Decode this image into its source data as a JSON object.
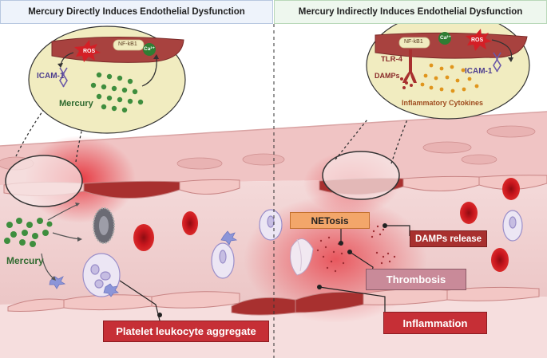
{
  "header": {
    "left_title": "Mercury Directly Induces Endothelial Dysfunction",
    "right_title": "Mercury Indirectly Induces Endothelial Dysfunction"
  },
  "left_inset": {
    "ros": "ROS",
    "nfkb": "NF-kB1",
    "calcium": "Ca²⁺",
    "icam": "ICAM-1",
    "mercury": "Mercury"
  },
  "right_inset": {
    "nfkb": "NF-kB1",
    "calcium": "Ca²⁺",
    "ros": "ROS",
    "tlr": "TLR-4",
    "damps": "DAMPs",
    "icam": "ICAM-1",
    "cytokines": "Inflammatory Cytokines"
  },
  "vessel": {
    "mercury": "Mercury",
    "netosis": "NETosis",
    "damps_release": "DAMPs release",
    "thrombosis": "Thrombosis",
    "inflammation": "Inflammation",
    "platelet_aggregate": "Platelet leukocyte aggregate"
  },
  "colors": {
    "endothelium": "#f3c7c5",
    "endothelium_dark": "#a8302f",
    "rbc": "#c8161d",
    "mercury_dot": "#3e8e3e",
    "cytokine_dot": "#e0951c",
    "ros_star": "#d41f26",
    "icam": "#6a58a8",
    "netosis_box": "#f3a66a",
    "damps_box": "#a8302f",
    "thrombosis_box": "#c98a99",
    "inflammation_box": "#c62f36",
    "platelet_box": "#c62f36"
  }
}
